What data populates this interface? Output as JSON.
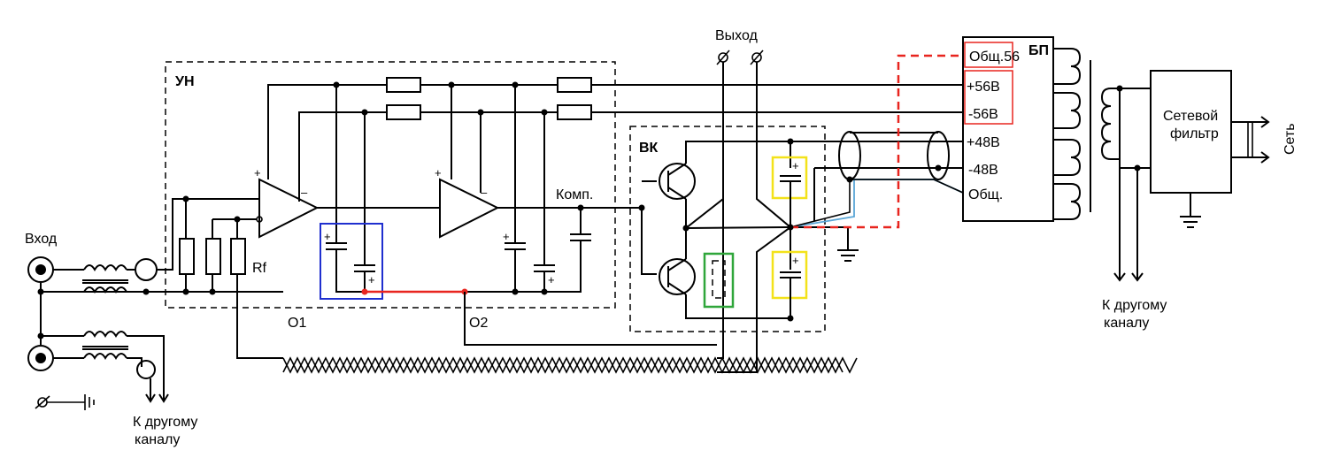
{
  "blocks": {
    "un": "УН",
    "vk": "ВК",
    "bp": "БП",
    "filter_line1": "Сетевой",
    "filter_line2": "фильтр"
  },
  "labels": {
    "input": "Вход",
    "output": "Выход",
    "rf": "Rf",
    "comp": "Комп.",
    "o1": "O1",
    "o2": "O2",
    "mains": "Сеть",
    "other_channel_left_1": "К другому",
    "other_channel_left_2": "каналу",
    "other_channel_right_1": "К другому",
    "other_channel_right_2": "каналу"
  },
  "psu_terminals": {
    "com56": "Общ.56",
    "plus56": "+56В",
    "minus56": "-56В",
    "plus48": "+48В",
    "minus48": "-48В",
    "com": "Общ."
  },
  "colors": {
    "wire": "#000000",
    "highlight_red": "#e8251f",
    "highlight_blue": "#1f2fcf",
    "highlight_green": "#2fa63a",
    "highlight_yellow": "#f3e21a",
    "shield_wire": "#5aa6d6"
  }
}
